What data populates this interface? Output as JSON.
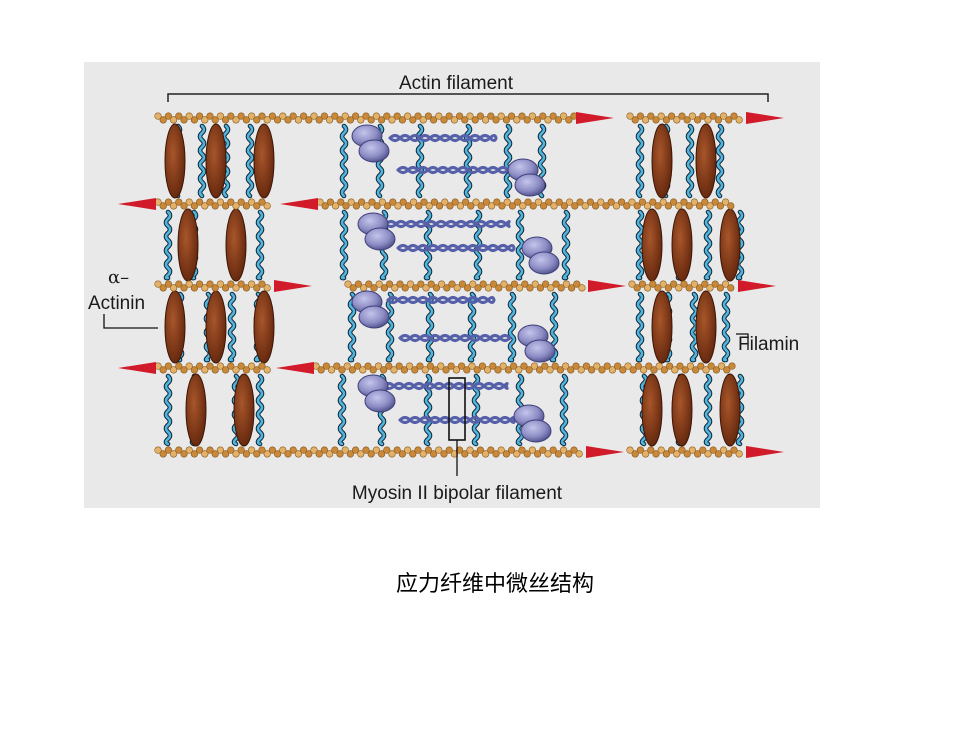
{
  "diagram": {
    "labels": {
      "actin_filament": "Actin filament",
      "alpha_prefix": "α–",
      "actinin": "Actinin",
      "filamin": "Filamin",
      "myosin": "Myosin II bipolar filament"
    },
    "colors": {
      "panel_bg": "#e9e9e9",
      "actin_bead": "#c8893a",
      "actin_bead_light": "#e3b26a",
      "arrow": "#d11a2a",
      "actinin_body": "#7a3414",
      "filamin_light": "#4fb5dc",
      "filamin_dark": "#0f2233",
      "myosin_head": "#8c8cc4",
      "myosin_tail": "#5560a8",
      "bracket": "#222222"
    }
  },
  "caption": "应力纤维中微丝结构"
}
